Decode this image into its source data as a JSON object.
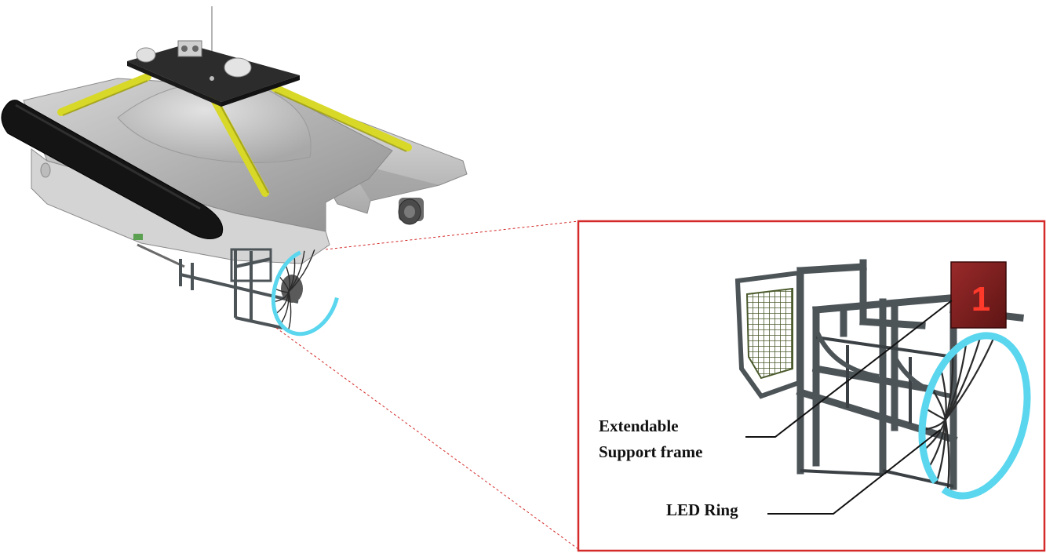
{
  "figure": {
    "callouts": {
      "support_frame_line1": "Extendable",
      "support_frame_line2": "Support frame",
      "led_ring": "LED Ring"
    },
    "marker_number": "1"
  },
  "colors": {
    "hull": "#c9c9c9",
    "bumper": "#141414",
    "rollbar": "#d8d828",
    "deck_plate": "#2c2c2c",
    "frame": "#4d5458",
    "led_ring": "#5ad6ee",
    "detail_box": "#d42a2a",
    "marker_panel": "#7e1e1e",
    "marker_digit": "#ff3a2a",
    "net": "#4a5a2c"
  },
  "icons": {
    "marker": "number-marker-icon"
  }
}
